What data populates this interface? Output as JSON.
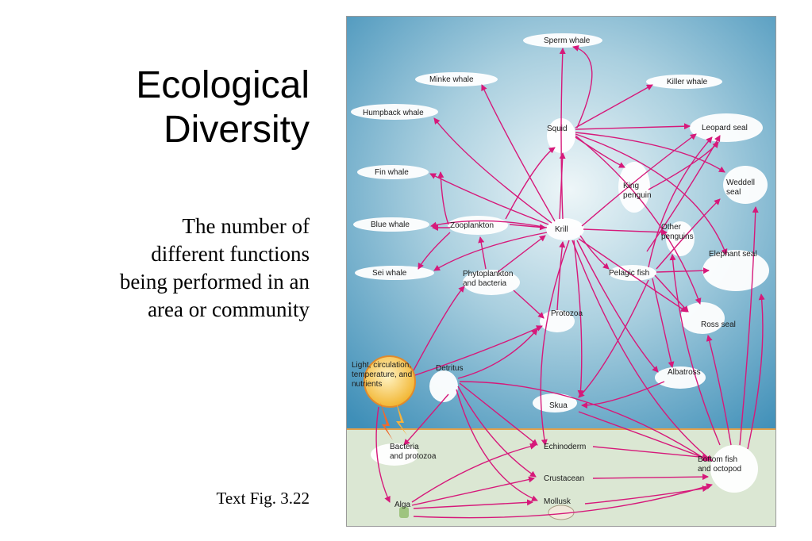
{
  "slide": {
    "title": [
      "Ecological",
      "Diversity"
    ],
    "body": [
      "The number of",
      "different functions",
      "being performed in an",
      "area or community"
    ],
    "caption": "Text Fig. 3.22"
  },
  "colors": {
    "ocean_top": "#3f8fb8",
    "ocean_center": "#e9f3f6",
    "seafloor": "#dbe7d3",
    "arrow": "#d6197a",
    "sun": "#f2b632"
  },
  "diagram": {
    "nodes": {
      "sperm_whale": "Sperm whale",
      "minke_whale": "Minke whale",
      "killer_whale": "Killer whale",
      "humpback_whale": "Humpback whale",
      "squid": "Squid",
      "leopard_seal": "Leopard seal",
      "fin_whale": "Fin whale",
      "king_penguin": [
        "King",
        "penguin"
      ],
      "weddell_seal": [
        "Weddell",
        "seal"
      ],
      "blue_whale": "Blue whale",
      "zooplankton": "Zooplankton",
      "krill": "Krill",
      "other_penguins": [
        "Other",
        "penguins"
      ],
      "elephant_seal": "Elephant seal",
      "sei_whale": "Sei whale",
      "phytoplankton": [
        "Phytoplankton",
        "and bacteria"
      ],
      "pelagic_fish": "Pelagic fish",
      "protozoa": "Protozoa",
      "ross_seal": "Ross seal",
      "light": [
        "Light, circulation,",
        "temperature, and",
        "nutrients"
      ],
      "detritus": "Detritus",
      "albatross": "Albatross",
      "skua": "Skua",
      "bacteria_protozoa": [
        "Bacteria",
        "and protozoa"
      ],
      "echinoderm": "Echinoderm",
      "bottom_fish": [
        "Bottom fish",
        "and octopod"
      ],
      "crustacean": "Crustacean",
      "alga": "Alga",
      "mollusk": "Mollusk"
    }
  }
}
